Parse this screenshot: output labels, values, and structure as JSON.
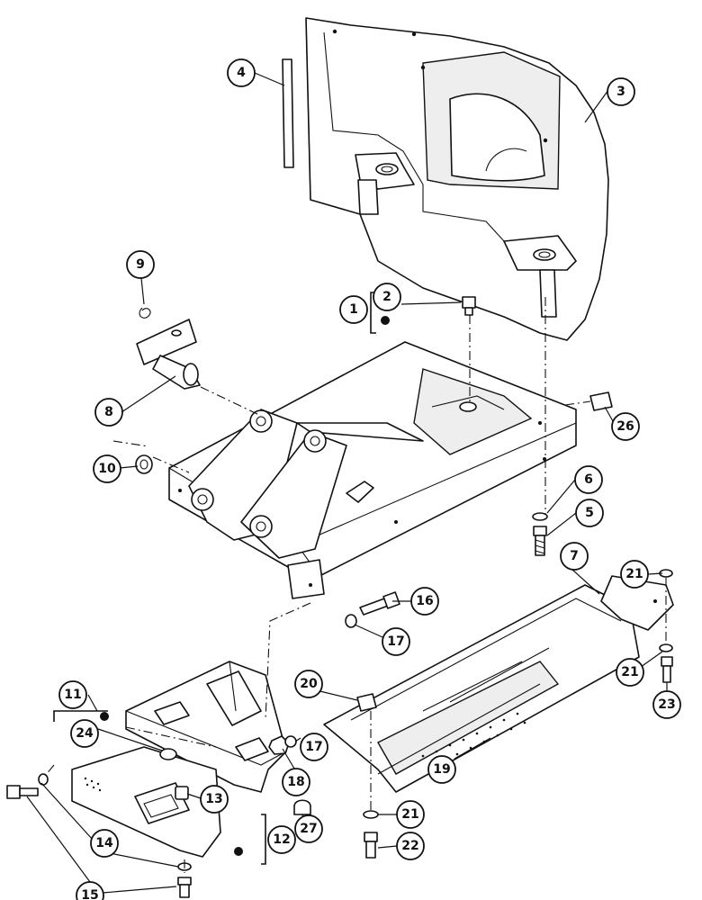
{
  "callouts": [
    {
      "id": "c1",
      "label": "1"
    },
    {
      "id": "c2",
      "label": "2"
    },
    {
      "id": "c3",
      "label": "3"
    },
    {
      "id": "c4",
      "label": "4"
    },
    {
      "id": "c5",
      "label": "5"
    },
    {
      "id": "c6",
      "label": "6"
    },
    {
      "id": "c7",
      "label": "7"
    },
    {
      "id": "c8",
      "label": "8"
    },
    {
      "id": "c9",
      "label": "9"
    },
    {
      "id": "c10",
      "label": "10"
    },
    {
      "id": "c11",
      "label": "11"
    },
    {
      "id": "c12",
      "label": "12"
    },
    {
      "id": "c13",
      "label": "13"
    },
    {
      "id": "c14",
      "label": "14"
    },
    {
      "id": "c15",
      "label": "15"
    },
    {
      "id": "c16",
      "label": "16"
    },
    {
      "id": "c17a",
      "label": "17"
    },
    {
      "id": "c17b",
      "label": "17"
    },
    {
      "id": "c18",
      "label": "18"
    },
    {
      "id": "c19",
      "label": "19"
    },
    {
      "id": "c20",
      "label": "20"
    },
    {
      "id": "c21a",
      "label": "21"
    },
    {
      "id": "c21b",
      "label": "21"
    },
    {
      "id": "c21c",
      "label": "21"
    },
    {
      "id": "c22",
      "label": "22"
    },
    {
      "id": "c23",
      "label": "23"
    },
    {
      "id": "c24",
      "label": "24"
    },
    {
      "id": "c26",
      "label": "26"
    },
    {
      "id": "c27",
      "label": "27"
    }
  ]
}
